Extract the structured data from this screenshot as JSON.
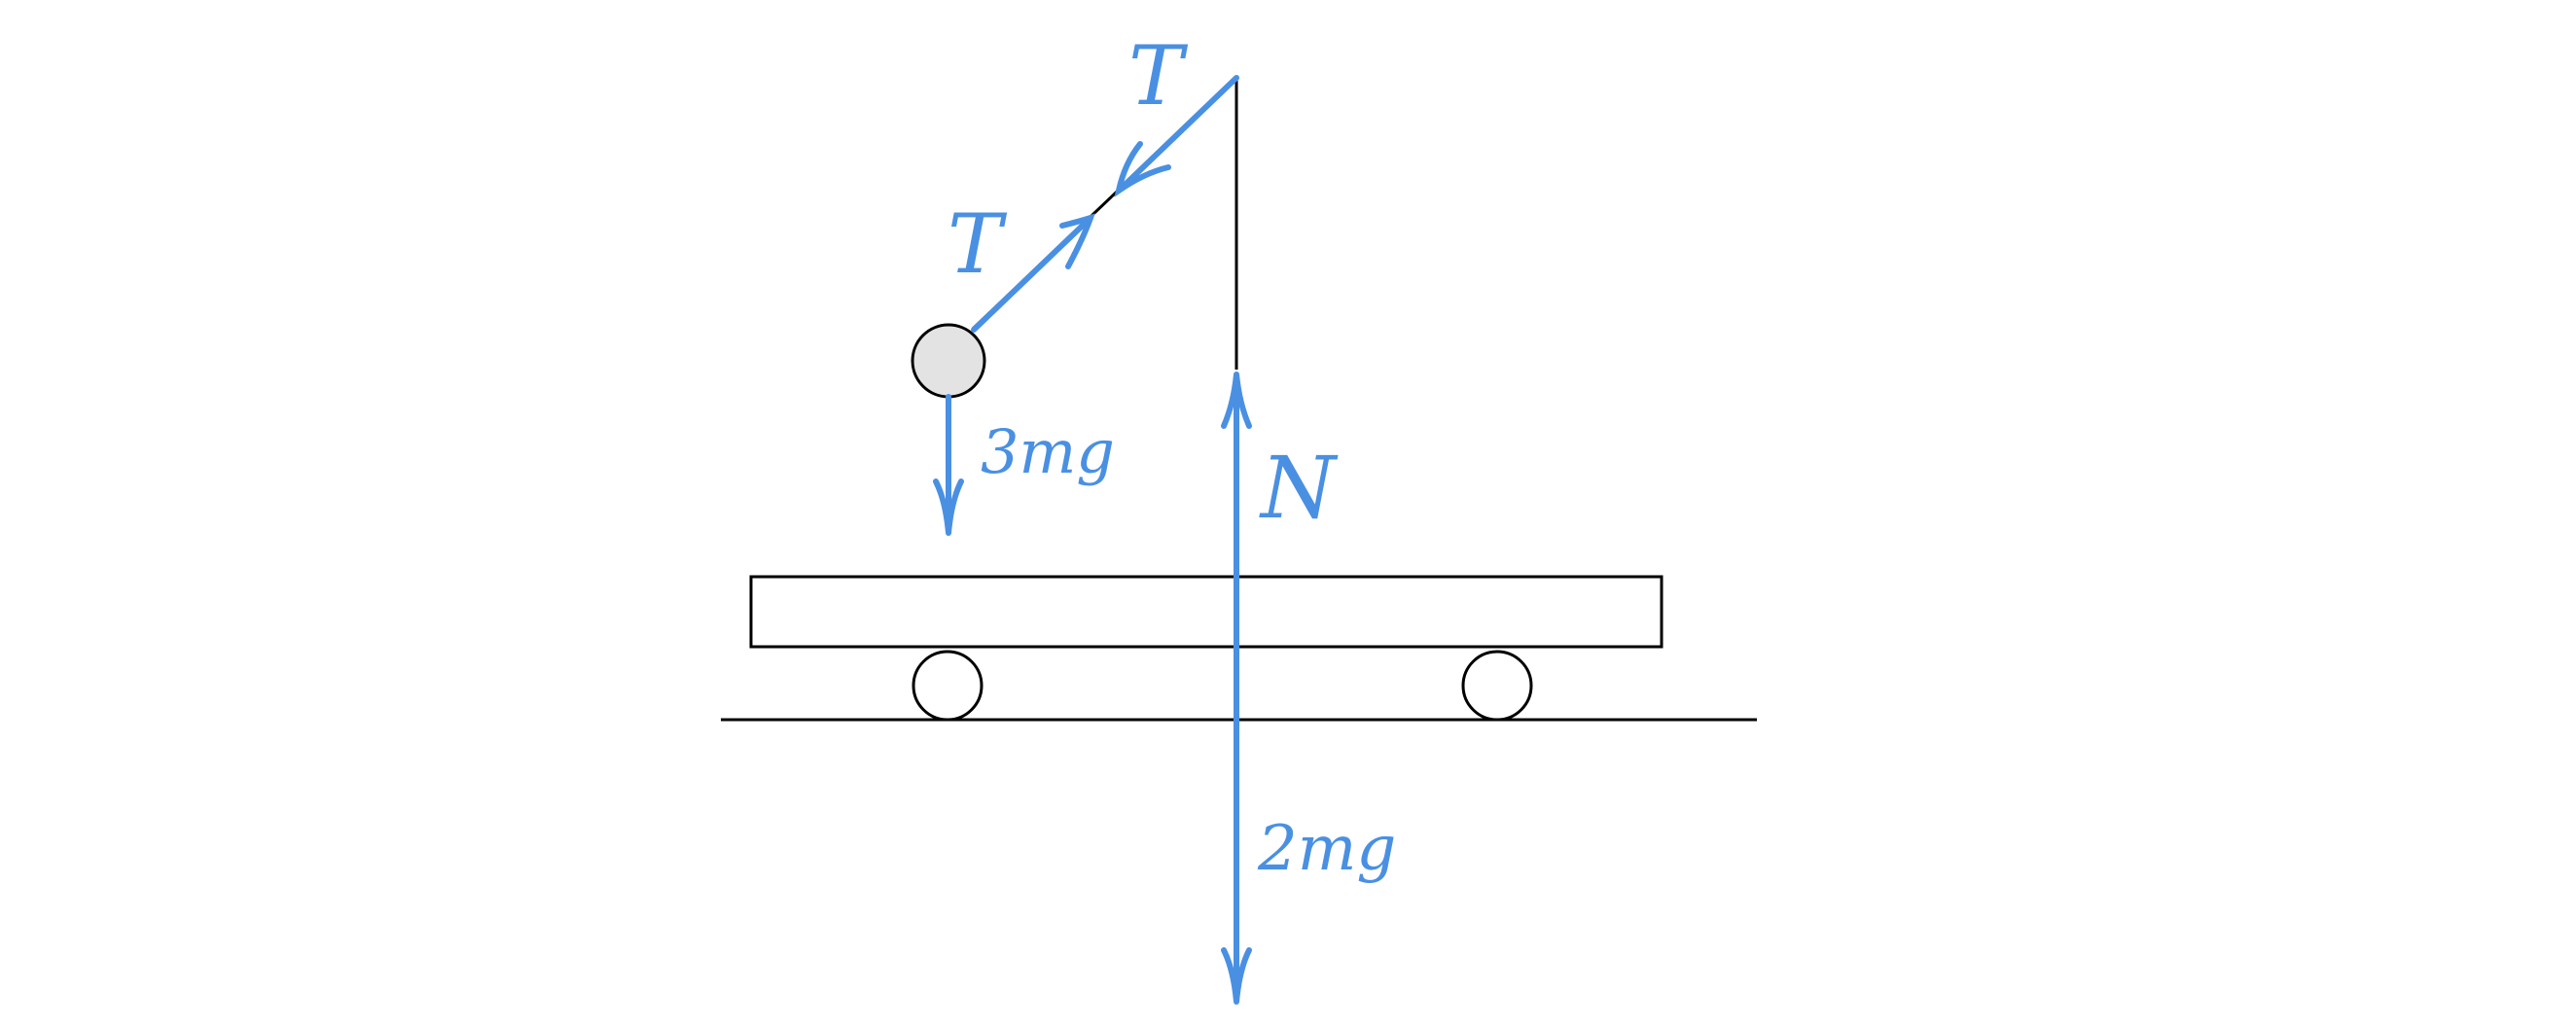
{
  "colors": {
    "force": "#4A90E2",
    "structure": "#000000",
    "ball_fill": "#E3E3E3",
    "background": "#FFFFFF"
  },
  "labels": {
    "tension_upper": "T",
    "tension_lower": "T",
    "ball_weight": "3mg",
    "normal": "N",
    "cart_weight": "2mg"
  }
}
